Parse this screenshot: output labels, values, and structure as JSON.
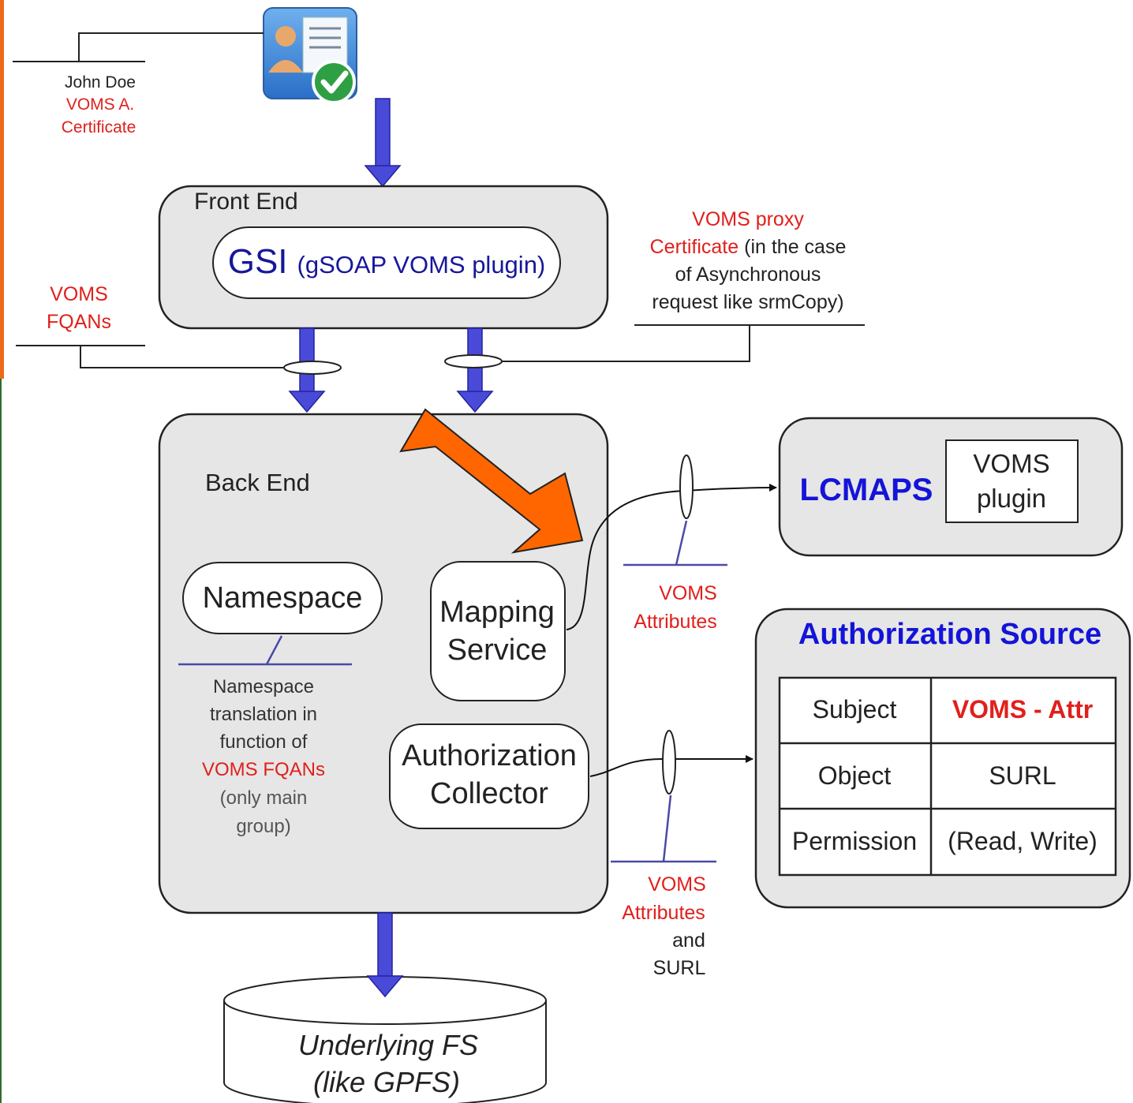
{
  "certificate": {
    "owner": "John Doe",
    "type_line1": "VOMS A.",
    "type_line2": "Certificate"
  },
  "front_end": {
    "title": "Front End",
    "gsi_big": "GSI",
    "gsi_small": "(gSOAP VOMS plugin)"
  },
  "fqans_note": {
    "line1": "VOMS",
    "line2": "FQANs"
  },
  "proxy_note": {
    "line1": "VOMS proxy",
    "line2_red": "Certificate",
    "line2_rest": " (in the case",
    "line3": "of Asynchronous",
    "line4": "request like srmCopy)"
  },
  "back_end": {
    "title": "Back End",
    "namespace": "Namespace",
    "mapping_line1": "Mapping",
    "mapping_line2": "Service",
    "authz_line1": "Authorization",
    "authz_line2": "Collector"
  },
  "namespace_note": {
    "line1": "Namespace",
    "line2": "translation in",
    "line3": "function of",
    "line4": "VOMS FQANs",
    "line5": "(only main",
    "line6": "group)"
  },
  "voms_attr_note": {
    "line1": "VOMS",
    "line2": "Attributes"
  },
  "voms_attr_surl_note": {
    "line1": "VOMS",
    "line2": "Attributes",
    "line3": "and",
    "line4": "SURL"
  },
  "lcmaps": {
    "title": "LCMAPS",
    "plugin_line1": "VOMS",
    "plugin_line2": "plugin"
  },
  "authz_source": {
    "title": "Authorization Source",
    "rows": [
      {
        "key": "Subject",
        "value": "VOMS - Attr"
      },
      {
        "key": "Object",
        "value": "SURL"
      },
      {
        "key": "Permission",
        "value": "(Read, Write)"
      }
    ]
  },
  "storage": {
    "line1": "Underlying FS",
    "line2": "(like GPFS)"
  },
  "colors": {
    "box_fill": "#e6e6e6",
    "accent_red": "#e0201c",
    "accent_blue": "#1414d8",
    "flow_arrow": "#4a4ad8",
    "highlight_arrow": "#ff6600"
  }
}
